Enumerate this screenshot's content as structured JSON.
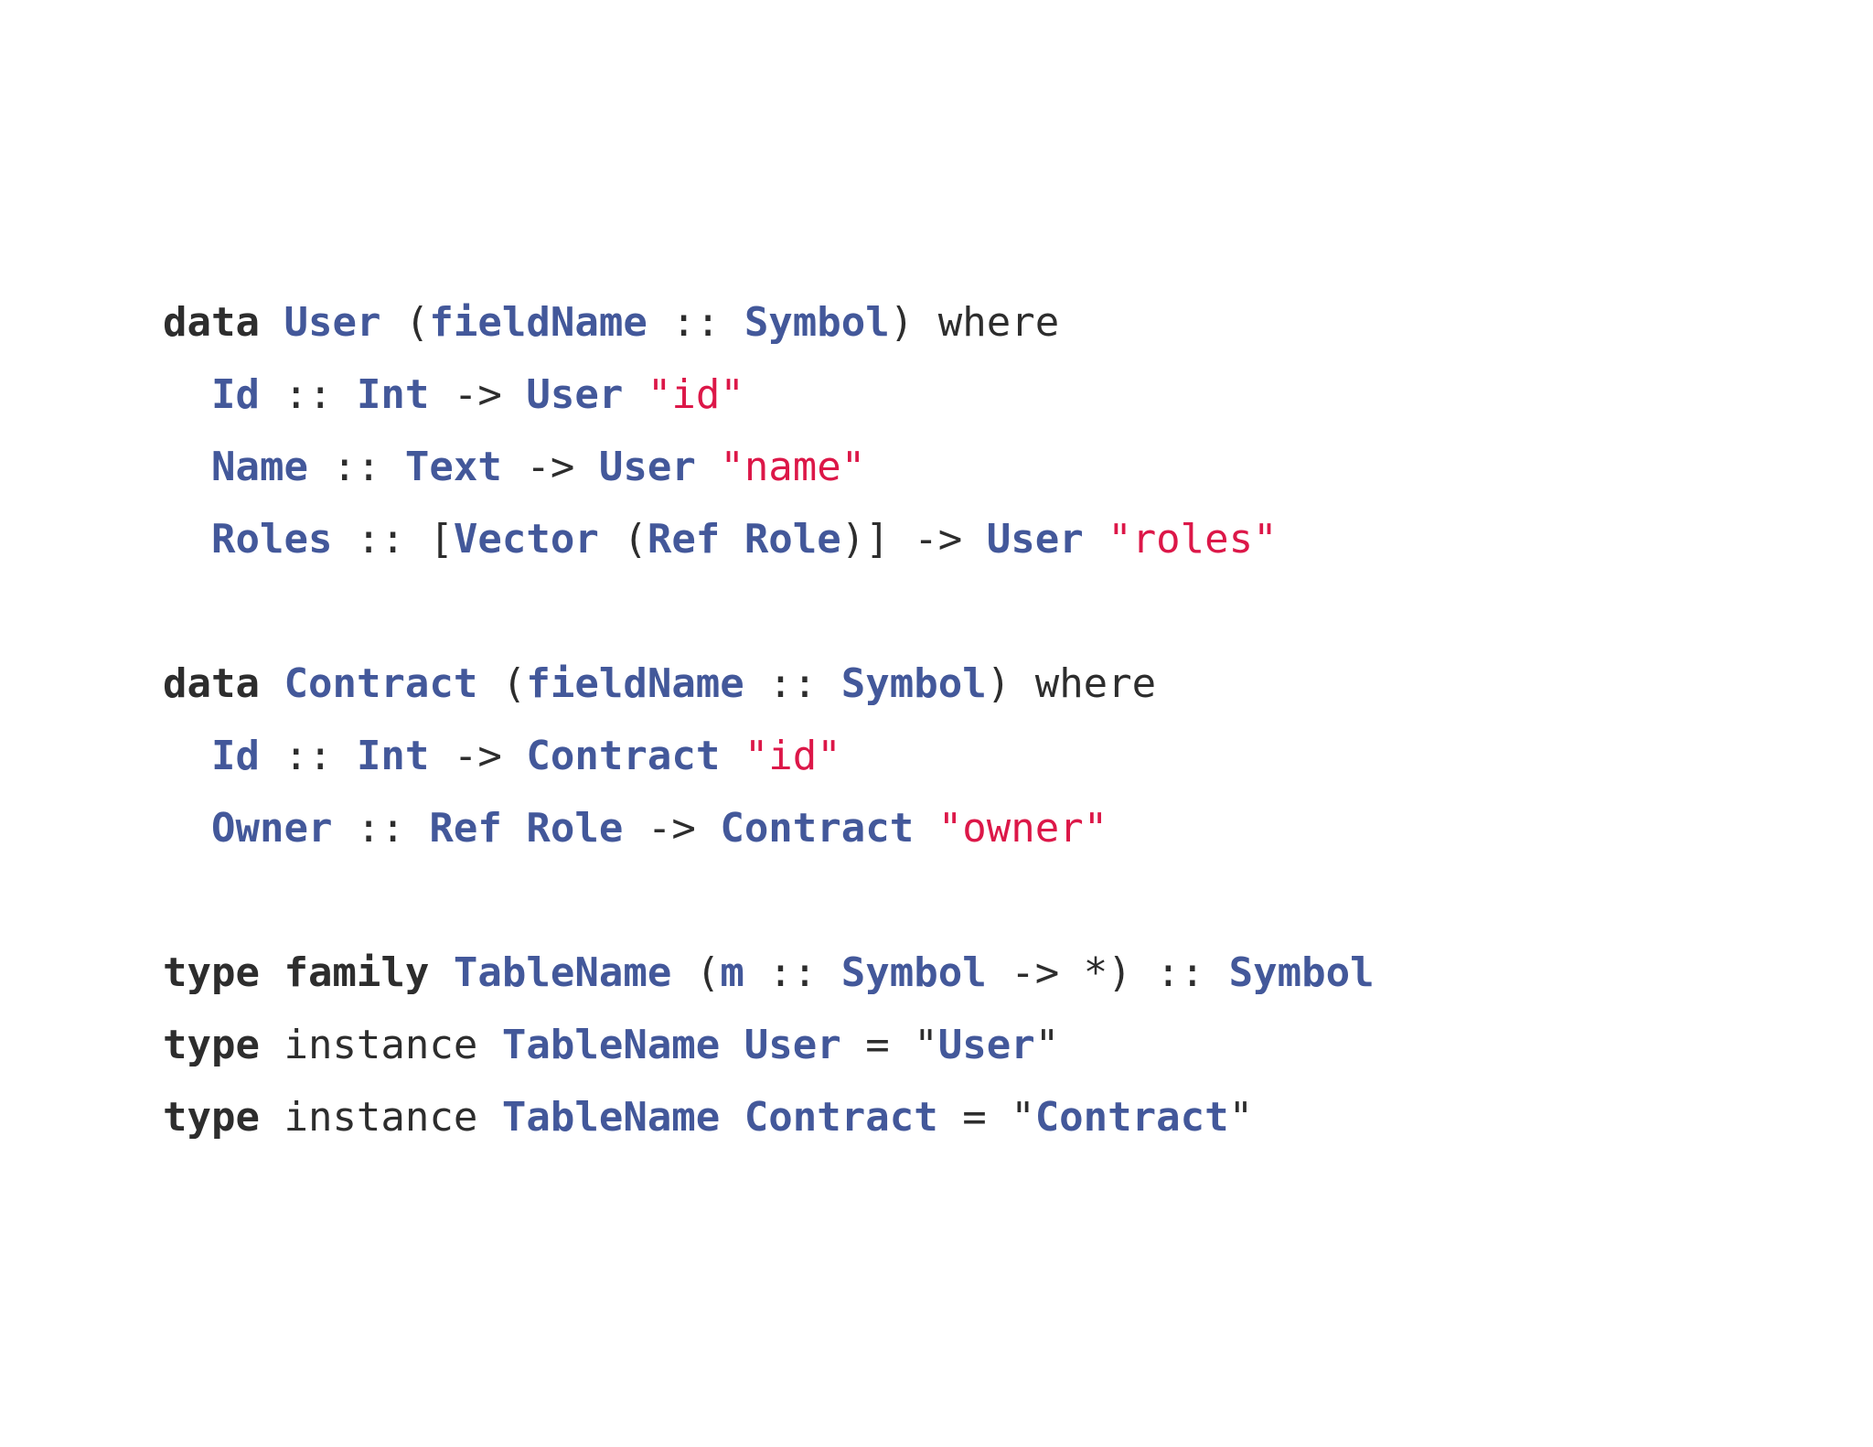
{
  "page": {
    "background": "#ffffff",
    "language": "haskell"
  },
  "colors": {
    "keyword": "#2d2d2d",
    "plain": "#2d2d2d",
    "type": "#43589a",
    "string": "#dc1748"
  },
  "code": {
    "lines": [
      [
        {
          "t": "data",
          "s": "kw"
        },
        {
          "t": " ",
          "s": "pl"
        },
        {
          "t": "User",
          "s": "ty"
        },
        {
          "t": " (",
          "s": "pl"
        },
        {
          "t": "fieldName",
          "s": "ty"
        },
        {
          "t": " :: ",
          "s": "pl"
        },
        {
          "t": "Symbol",
          "s": "ty"
        },
        {
          "t": ") where",
          "s": "pl"
        }
      ],
      [
        {
          "t": "  ",
          "s": "pl"
        },
        {
          "t": "Id",
          "s": "ty"
        },
        {
          "t": " :: ",
          "s": "pl"
        },
        {
          "t": "Int",
          "s": "ty"
        },
        {
          "t": " -> ",
          "s": "pl"
        },
        {
          "t": "User",
          "s": "ty"
        },
        {
          "t": " ",
          "s": "pl"
        },
        {
          "t": "\"id\"",
          "s": "st"
        }
      ],
      [
        {
          "t": "  ",
          "s": "pl"
        },
        {
          "t": "Name",
          "s": "ty"
        },
        {
          "t": " :: ",
          "s": "pl"
        },
        {
          "t": "Text",
          "s": "ty"
        },
        {
          "t": " -> ",
          "s": "pl"
        },
        {
          "t": "User",
          "s": "ty"
        },
        {
          "t": " ",
          "s": "pl"
        },
        {
          "t": "\"name\"",
          "s": "st"
        }
      ],
      [
        {
          "t": "  ",
          "s": "pl"
        },
        {
          "t": "Roles",
          "s": "ty"
        },
        {
          "t": " :: [",
          "s": "pl"
        },
        {
          "t": "Vector",
          "s": "ty"
        },
        {
          "t": " (",
          "s": "pl"
        },
        {
          "t": "Ref",
          "s": "ty"
        },
        {
          "t": " ",
          "s": "pl"
        },
        {
          "t": "Role",
          "s": "ty"
        },
        {
          "t": ")] -> ",
          "s": "pl"
        },
        {
          "t": "User",
          "s": "ty"
        },
        {
          "t": " ",
          "s": "pl"
        },
        {
          "t": "\"roles\"",
          "s": "st"
        }
      ],
      [],
      [
        {
          "t": "data",
          "s": "kw"
        },
        {
          "t": " ",
          "s": "pl"
        },
        {
          "t": "Contract",
          "s": "ty"
        },
        {
          "t": " (",
          "s": "pl"
        },
        {
          "t": "fieldName",
          "s": "ty"
        },
        {
          "t": " :: ",
          "s": "pl"
        },
        {
          "t": "Symbol",
          "s": "ty"
        },
        {
          "t": ") where",
          "s": "pl"
        }
      ],
      [
        {
          "t": "  ",
          "s": "pl"
        },
        {
          "t": "Id",
          "s": "ty"
        },
        {
          "t": " :: ",
          "s": "pl"
        },
        {
          "t": "Int",
          "s": "ty"
        },
        {
          "t": " -> ",
          "s": "pl"
        },
        {
          "t": "Contract",
          "s": "ty"
        },
        {
          "t": " ",
          "s": "pl"
        },
        {
          "t": "\"id\"",
          "s": "st"
        }
      ],
      [
        {
          "t": "  ",
          "s": "pl"
        },
        {
          "t": "Owner",
          "s": "ty"
        },
        {
          "t": " :: ",
          "s": "pl"
        },
        {
          "t": "Ref",
          "s": "ty"
        },
        {
          "t": " ",
          "s": "pl"
        },
        {
          "t": "Role",
          "s": "ty"
        },
        {
          "t": " -> ",
          "s": "pl"
        },
        {
          "t": "Contract",
          "s": "ty"
        },
        {
          "t": " ",
          "s": "pl"
        },
        {
          "t": "\"owner\"",
          "s": "st"
        }
      ],
      [],
      [
        {
          "t": "type family",
          "s": "kw"
        },
        {
          "t": " ",
          "s": "pl"
        },
        {
          "t": "TableName",
          "s": "ty"
        },
        {
          "t": " (",
          "s": "pl"
        },
        {
          "t": "m",
          "s": "ty"
        },
        {
          "t": " :: ",
          "s": "pl"
        },
        {
          "t": "Symbol",
          "s": "ty"
        },
        {
          "t": " -> *) :: ",
          "s": "pl"
        },
        {
          "t": "Symbol",
          "s": "ty"
        }
      ],
      [
        {
          "t": "type",
          "s": "kw"
        },
        {
          "t": " instance ",
          "s": "pl"
        },
        {
          "t": "TableName",
          "s": "ty"
        },
        {
          "t": " ",
          "s": "pl"
        },
        {
          "t": "User",
          "s": "ty"
        },
        {
          "t": " = \"",
          "s": "pl"
        },
        {
          "t": "User",
          "s": "ty"
        },
        {
          "t": "\"",
          "s": "pl"
        }
      ],
      [
        {
          "t": "type",
          "s": "kw"
        },
        {
          "t": " instance ",
          "s": "pl"
        },
        {
          "t": "TableName",
          "s": "ty"
        },
        {
          "t": " ",
          "s": "pl"
        },
        {
          "t": "Contract",
          "s": "ty"
        },
        {
          "t": " = \"",
          "s": "pl"
        },
        {
          "t": "Contract",
          "s": "ty"
        },
        {
          "t": "\"",
          "s": "pl"
        }
      ]
    ]
  }
}
